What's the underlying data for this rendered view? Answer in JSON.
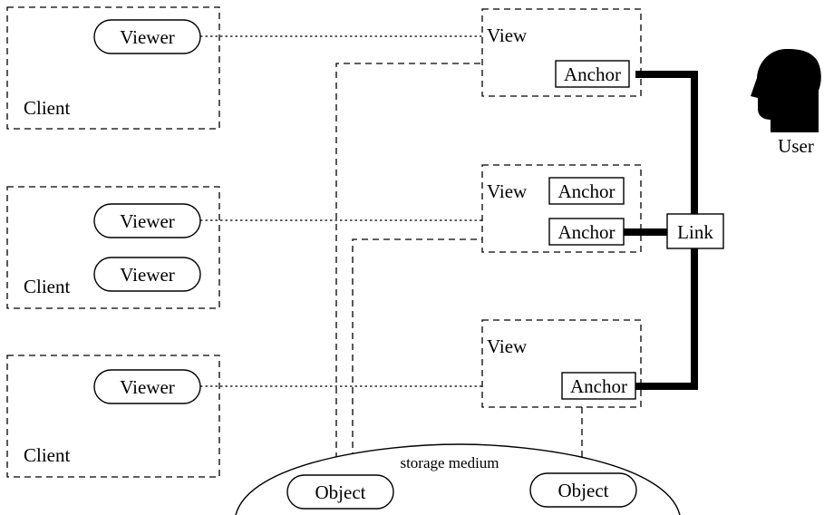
{
  "labels": {
    "client": "Client",
    "viewer": "Viewer",
    "view": "View",
    "anchor": "Anchor",
    "link": "Link",
    "user": "User",
    "object": "Object",
    "storage_medium": "storage medium"
  }
}
